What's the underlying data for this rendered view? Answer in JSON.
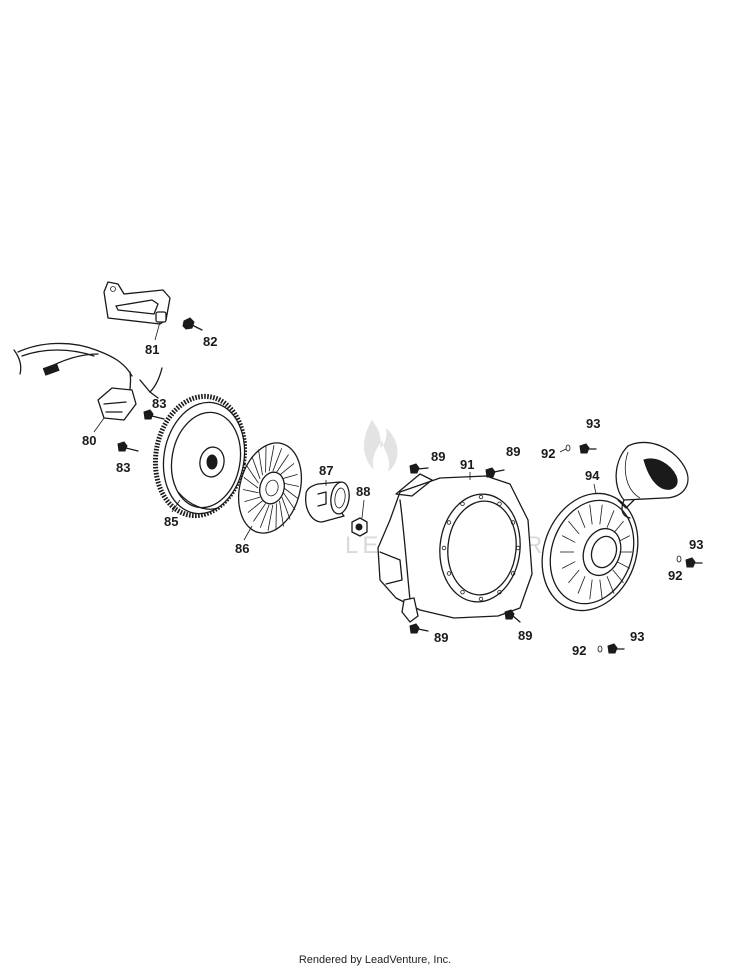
{
  "watermark": {
    "text": "LEADVENTURE"
  },
  "footer": {
    "text": "Rendered by LeadVenture, Inc."
  },
  "callouts": {
    "c80": "80",
    "c81": "81",
    "c82": "82",
    "c83a": "83",
    "c83b": "83",
    "c85": "85",
    "c86": "86",
    "c87": "87",
    "c88": "88",
    "c89a": "89",
    "c89b": "89",
    "c89c": "89",
    "c89d": "89",
    "c91": "91",
    "c92a": "92",
    "c92b": "92",
    "c92c": "92",
    "c93a": "93",
    "c93b": "93",
    "c93c": "93",
    "c94": "94"
  }
}
